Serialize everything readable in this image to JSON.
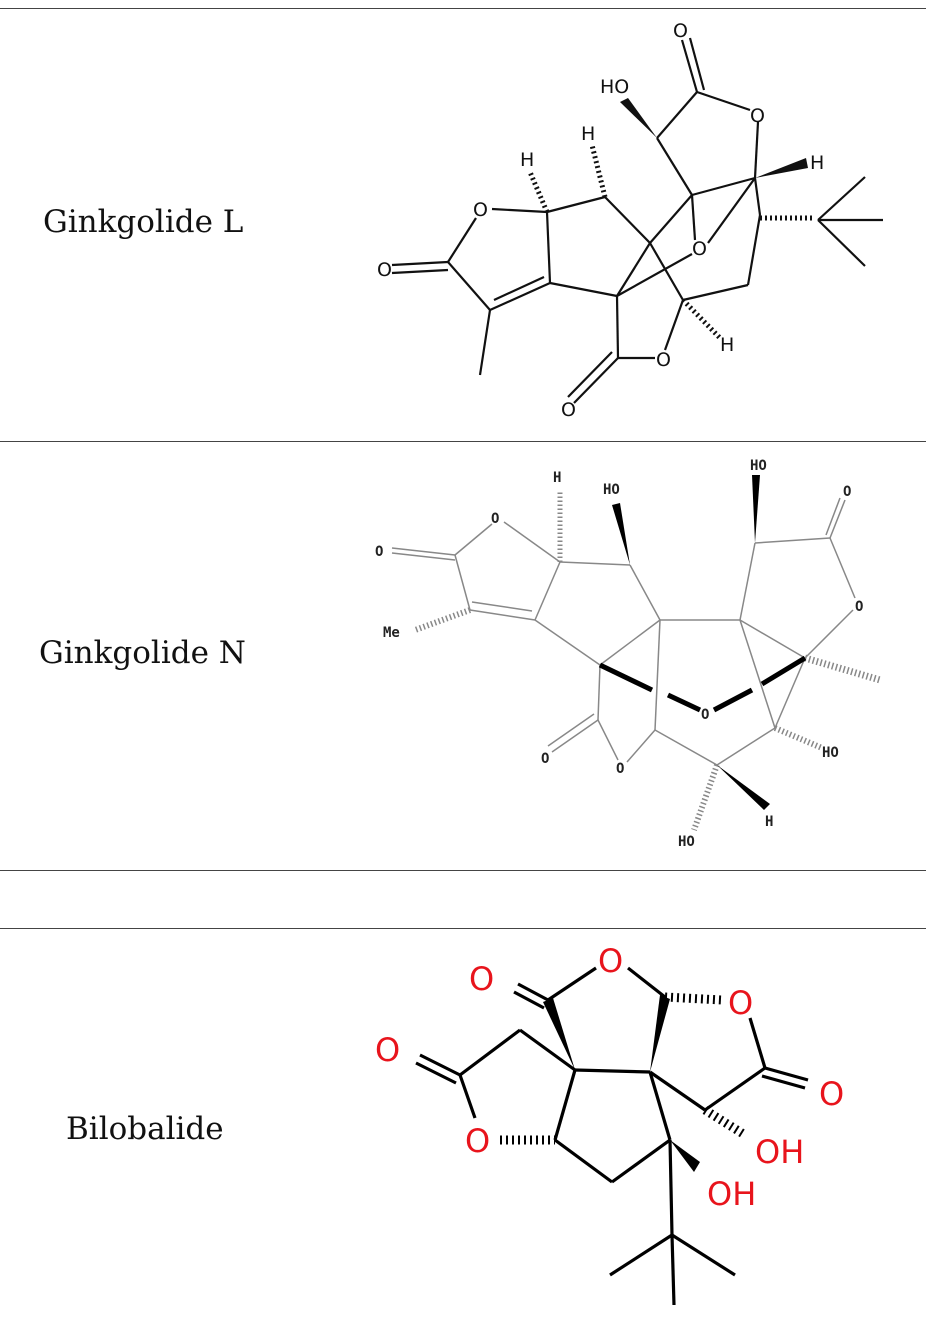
{
  "rows": [
    {
      "name": "Ginkgolide L",
      "atoms": [
        "O",
        "HO",
        "O",
        "H",
        "H",
        "H",
        "O",
        "O",
        "O",
        "O",
        "O",
        "H"
      ]
    },
    {
      "name": "Ginkgolide N",
      "atoms": [
        "H",
        "HO",
        "HO",
        "O",
        "O",
        "O",
        "Me",
        "O",
        "O",
        "O",
        "O",
        "HO",
        "H",
        "HO"
      ]
    },
    {
      "name": "",
      "atoms": []
    },
    {
      "name": "Bilobalide",
      "atoms": [
        "O",
        "O",
        "O",
        "O",
        "O",
        "O",
        "OH",
        "OH"
      ]
    }
  ]
}
